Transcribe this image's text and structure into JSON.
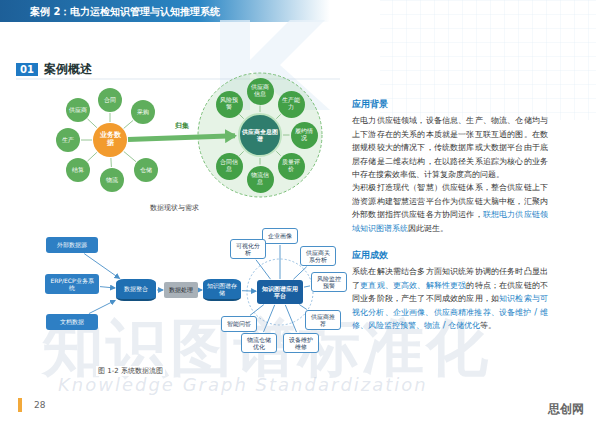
{
  "diagram": {
    "title": "案例 2：电力运检知识管理与认知推理系统",
    "caption": "图 1-2 系统数据流图",
    "nodes": [
      {
        "text": [
          "业务数据"
        ]
      },
      {
        "text": [
          "供应商"
        ]
      },
      {
        "text": [
          "合同"
        ]
      },
      {
        "text": [
          "采购"
        ]
      },
      {
        "text": [
          "仓储"
        ]
      },
      {
        "text": [
          "物流"
        ]
      },
      {
        "text": [
          "结算"
        ]
      },
      {
        "text": [
          "生产"
        ]
      },
      {
        "text": [
          "供应商全息图谱"
        ]
      },
      {
        "text": [
          "供应商信息"
        ]
      },
      {
        "text": [
          "生产能力"
        ]
      },
      {
        "text": [
          "履约情况"
        ]
      },
      {
        "text": [
          "质量评价"
        ]
      },
      {
        "text": [
          "物流信息"
        ]
      },
      {
        "text": [
          "合同信息"
        ]
      },
      {
        "text": [
          "风险预警"
        ]
      },
      {
        "text": [
          "外部数据源"
        ]
      },
      {
        "text": [
          "ERP/ECP业务系统"
        ]
      },
      {
        "text": [
          "文档数据"
        ]
      },
      {
        "text": [
          "数据整合"
        ]
      },
      {
        "text": [
          "数据处理"
        ]
      },
      {
        "text": [
          "知识图谱存储"
        ]
      },
      {
        "text": [
          "知识图谱应用平台"
        ]
      },
      {
        "text": [
          "企业画像"
        ]
      },
      {
        "text": [
          "供应商关系分析"
        ]
      },
      {
        "text": [
          "风险监控预警"
        ]
      },
      {
        "text": [
          "供应商推荐"
        ]
      },
      {
        "text": [
          "设备维护维修"
        ]
      },
      {
        "text": [
          "物流仓储优化"
        ]
      },
      {
        "text": [
          "智能问答"
        ]
      },
      {
        "text": [
          "可视化分析"
        ]
      }
    ],
    "edges": [
      {
        "from": 0,
        "to": 1,
        "arrow": "none"
      },
      {
        "from": 0,
        "to": 2,
        "arrow": "none"
      },
      {
        "from": 0,
        "to": 3,
        "arrow": "none"
      },
      {
        "from": 0,
        "to": 4,
        "arrow": "none"
      },
      {
        "from": 0,
        "to": 5,
        "arrow": "none"
      },
      {
        "from": 0,
        "to": 6,
        "arrow": "none"
      },
      {
        "from": 0,
        "to": 7,
        "arrow": "none"
      },
      {
        "from": 0,
        "to": 8,
        "label": "归集",
        "arrow": "to"
      },
      {
        "from": 8,
        "to": 9,
        "arrow": "none"
      },
      {
        "from": 8,
        "to": 10,
        "arrow": "none"
      },
      {
        "from": 8,
        "to": 11,
        "arrow": "none"
      },
      {
        "from": 8,
        "to": 12,
        "arrow": "none"
      },
      {
        "from": 8,
        "to": 13,
        "arrow": "none"
      },
      {
        "from": 8,
        "to": 14,
        "arrow": "none"
      },
      {
        "from": 8,
        "to": 15,
        "arrow": "none"
      },
      {
        "from": 16,
        "to": 19,
        "arrow": "to"
      },
      {
        "from": 17,
        "to": 19,
        "arrow": "to"
      },
      {
        "from": 18,
        "to": 19,
        "arrow": "to"
      },
      {
        "from": 19,
        "to": 20,
        "arrow": "to"
      },
      {
        "from": 20,
        "to": 21,
        "arrow": "to"
      },
      {
        "from": 21,
        "to": 22,
        "arrow": "to"
      },
      {
        "from": 22,
        "to": 23,
        "arrow": "none"
      },
      {
        "from": 22,
        "to": 24,
        "arrow": "none"
      },
      {
        "from": 22,
        "to": 25,
        "arrow": "none"
      },
      {
        "from": 22,
        "to": 26,
        "arrow": "none"
      },
      {
        "from": 22,
        "to": 27,
        "arrow": "none"
      },
      {
        "from": 22,
        "to": 28,
        "arrow": "none"
      },
      {
        "from": 22,
        "to": 29,
        "arrow": "none"
      },
      {
        "from": 22,
        "to": 30,
        "arrow": "none"
      }
    ],
    "labels": [
      "01",
      "案例概述",
      "数据现状与需求",
      "应用背景",
      "在电力供应链领域，设备信息、生产、物流、仓储均与上下游存在的关系的本质就是一张互联互通的图。在数据规模较大的情况下，传统数据库或大数据平台由于底层存储是二维表结构，在以路径关系追踪为核心的业务中存在搜索效率低、计算复杂度高的问题。",
      "为积极打造现代（智慧）供应链体系，整合供应链上下游资源构建智慧运营平台作为供应链大脑中枢，汇聚内外部数据指挥供应链各方协同运作，",
      "联想电力供应链领域知识图谱系统",
      "因此诞生。",
      "应用成效",
      "系统在解决需结合多方面知识统筹协调的任务时凸显出了",
      "更直观、更高效、解释性更强",
      "的特点；在供应链的不同业务阶段，产生了不同成效的应用，如",
      "知识检索与可视化分析、企业画像、供应商精准推荐、设备维护 / 维修、风险监控预警、物流 / 仓储优化",
      "等。",
      "知识图谱标准化",
      "Knowledge Graph Standardization",
      "28",
      "思创网"
    ]
  }
}
